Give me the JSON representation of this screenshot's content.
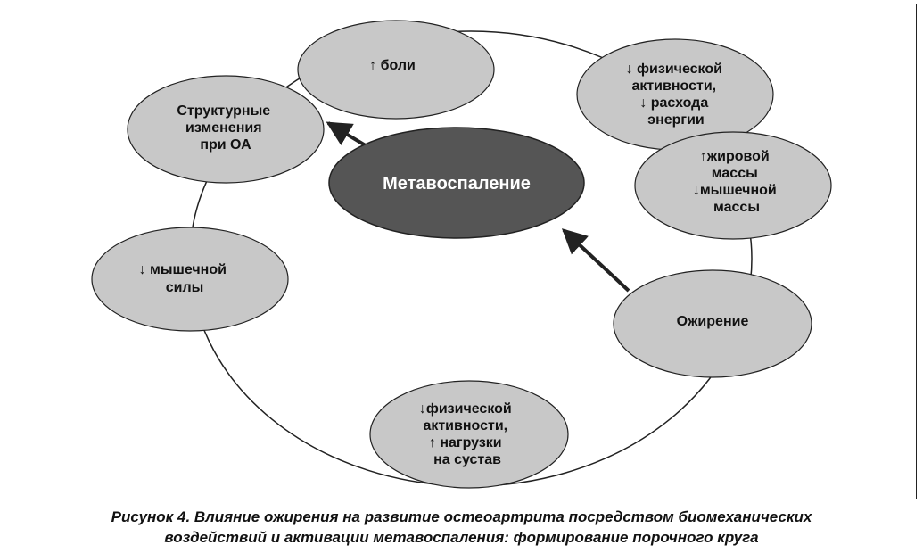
{
  "diagram": {
    "center": {
      "label": "Метавоспаление",
      "fill": "#555555",
      "text_color": "#ffffff"
    },
    "node_fill": "#c8c8c8",
    "stroke": "#222222",
    "nodes": [
      {
        "id": "pain",
        "lines": [
          "↑ боли"
        ]
      },
      {
        "id": "structural-changes",
        "lines": [
          "Структурные",
          "изменения",
          "при ОА"
        ]
      },
      {
        "id": "low-activity-energy",
        "lines": [
          "↓ физической",
          "активности,",
          "↓ расхода",
          "энергии"
        ]
      },
      {
        "id": "fat-muscle-mass",
        "lines": [
          "↑жировой",
          "массы",
          "↓мышечной",
          "массы"
        ]
      },
      {
        "id": "muscle-strength",
        "lines": [
          "↓ мышечной",
          "силы"
        ]
      },
      {
        "id": "obesity",
        "lines": [
          "Ожирение"
        ]
      },
      {
        "id": "activity-joint-load",
        "lines": [
          "↓физической",
          "активности,",
          "↑ нагрузки",
          "на сустав"
        ]
      }
    ]
  },
  "caption": {
    "line1": "Рисунок 4. Влияние ожирения на развитие остеоартрита посредством биомеханических",
    "line2": "воздействий и активации метавоспаления: формирование порочного круга"
  }
}
